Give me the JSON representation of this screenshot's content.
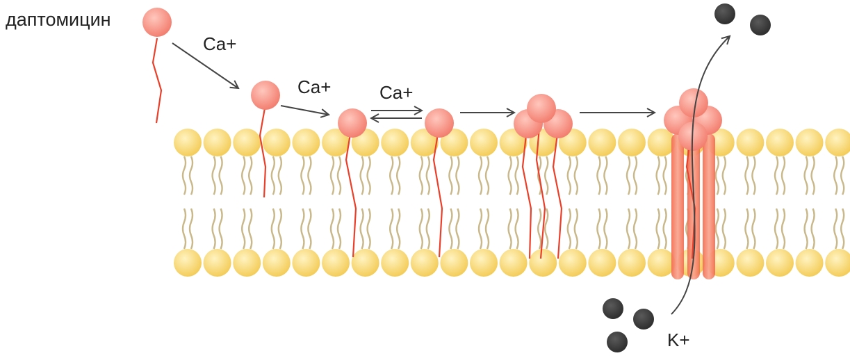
{
  "labels": {
    "drug": "даптомицин",
    "calcium_1": "Ca+",
    "calcium_2": "Ca+",
    "calcium_3": "Ca+",
    "potassium": "K+"
  },
  "colors": {
    "lipid_head": "#f7d46a",
    "lipid_tail": "#c9b88a",
    "drug_head": "#f79a8c",
    "drug_tail": "#e8402a",
    "channel": "#f58a6c",
    "potassium_ion": "#3b3b3b",
    "arrow": "#444444"
  },
  "icons": {
    "drug_molecule": "daptomycin-molecule-icon",
    "potassium_ion": "potassium-ion-icon",
    "membrane": "lipid-bilayer"
  }
}
